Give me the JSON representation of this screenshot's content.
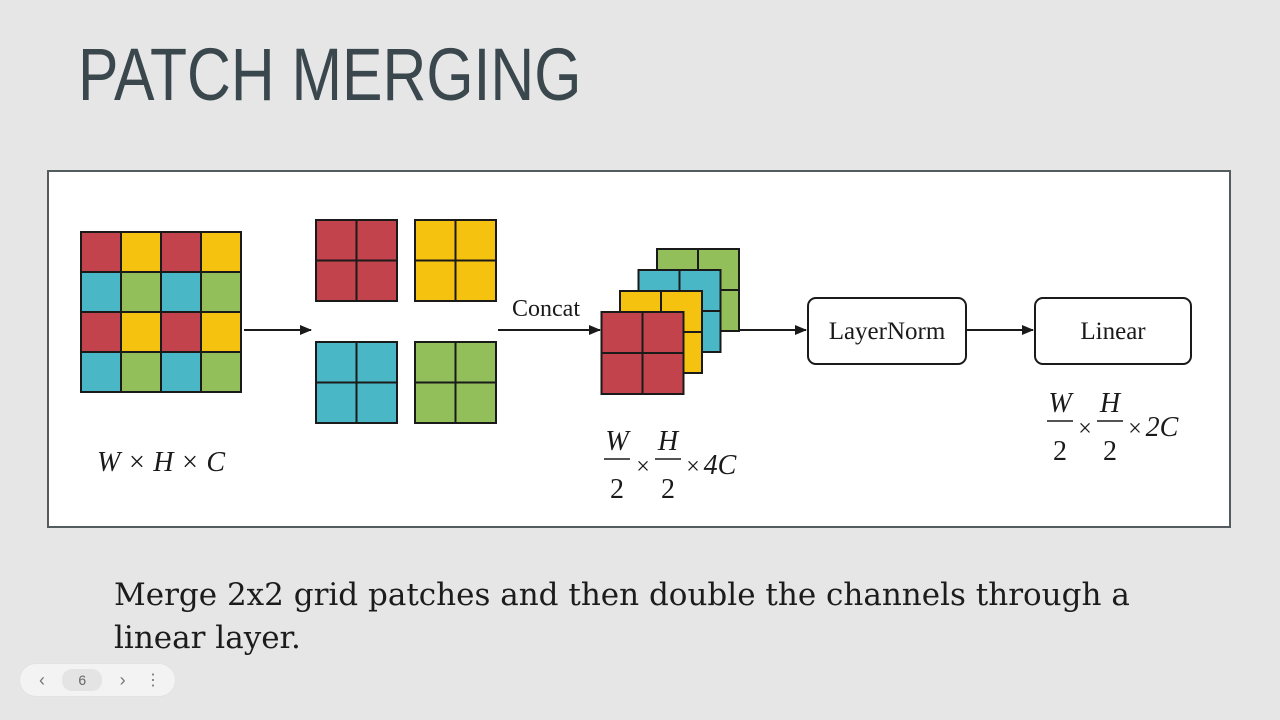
{
  "slide": {
    "title": "PATCH MERGING",
    "caption": "Merge 2x2 grid patches and then double the channels through a linear layer."
  },
  "diagram": {
    "colors": {
      "red": "#c2434b",
      "yellow": "#f5c20f",
      "blue": "#4ab7c6",
      "green": "#93bf5b",
      "line": "#1a1a1a"
    },
    "input_grid": [
      [
        "red",
        "yellow",
        "red",
        "yellow"
      ],
      [
        "blue",
        "green",
        "blue",
        "green"
      ],
      [
        "red",
        "yellow",
        "red",
        "yellow"
      ],
      [
        "blue",
        "green",
        "blue",
        "green"
      ]
    ],
    "split_order": [
      "red",
      "yellow",
      "blue",
      "green"
    ],
    "stack_order": [
      "green",
      "blue",
      "yellow",
      "red"
    ],
    "input_label": "W × H × C",
    "concat_label": "Concat",
    "concat_dims": {
      "w": "W",
      "h": "H",
      "den": "2",
      "times": "×",
      "ch": "4C"
    },
    "layernorm_label": "LayerNorm",
    "linear_label": "Linear",
    "output_dims": {
      "w": "W",
      "h": "H",
      "den": "2",
      "times": "×",
      "ch": "2C"
    }
  },
  "pager": {
    "prev_icon": "chevron-left-icon",
    "next_icon": "chevron-right-icon",
    "menu_icon": "vertical-dots-icon",
    "page": "6"
  }
}
